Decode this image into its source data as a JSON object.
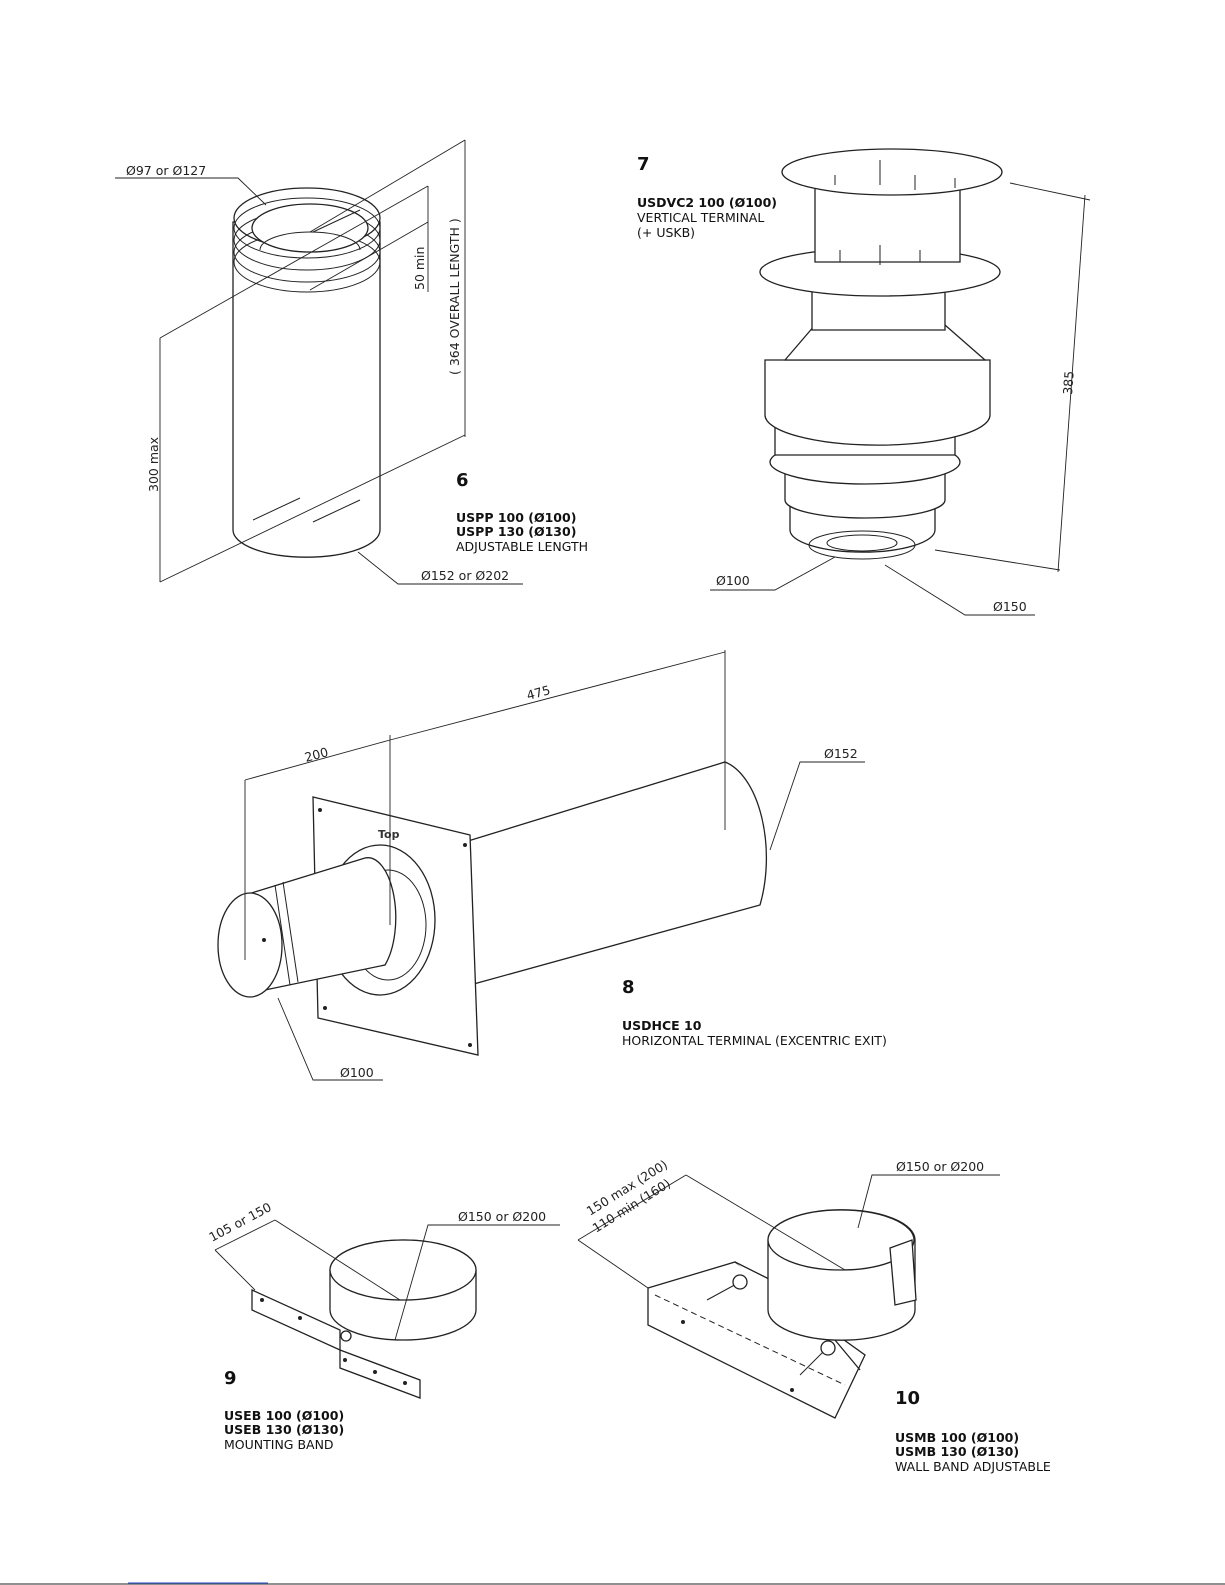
{
  "parts": [
    {
      "number": "6",
      "lines": [
        "USPP 100 (Ø100)",
        "USPP 130 (Ø130)",
        "ADJUSTABLE LENGTH"
      ],
      "dims": {
        "top_diameter": "Ø97 or Ø127",
        "socket": "50 min",
        "overall": "( 364 OVERALL LENGTH )",
        "max": "300 max",
        "bottom_diameter": "Ø152 or Ø202"
      }
    },
    {
      "number": "7",
      "lines": [
        "USDVC2 100 (Ø100)",
        "VERTICAL TERMINAL",
        "(+ USKB)"
      ],
      "dims": {
        "height": "385",
        "inner": "Ø100",
        "outer": "Ø150"
      }
    },
    {
      "number": "8",
      "lines": [
        "USDHCE 10",
        "HORIZONTAL TERMINAL (EXCENTRIC EXIT)"
      ],
      "dims": {
        "total": "475",
        "front": "200",
        "outer": "Ø152",
        "inner": "Ø100",
        "plate_mark": "Top"
      }
    },
    {
      "number": "9",
      "lines": [
        "USEB 100 (Ø100)",
        "USEB 130 (Ø130)",
        "MOUNTING BAND"
      ],
      "dims": {
        "length": "105 or 150",
        "diameter": "Ø150 or Ø200"
      }
    },
    {
      "number": "10",
      "lines": [
        "USMB 100 (Ø100)",
        "USMB 130 (Ø130)",
        "WALL BAND ADJUSTABLE"
      ],
      "dims": {
        "max": "150 max (200)",
        "min": "110 min (160)",
        "diameter": "Ø150 or Ø200"
      }
    }
  ]
}
